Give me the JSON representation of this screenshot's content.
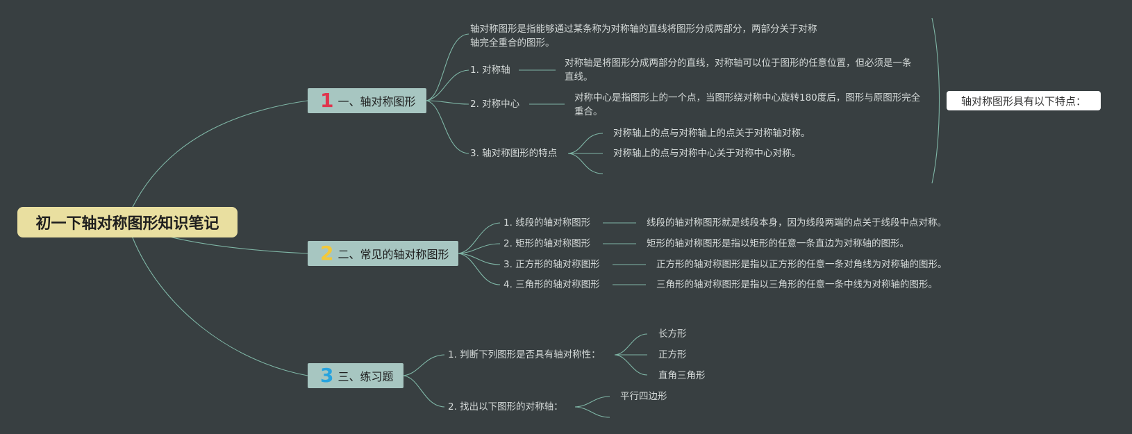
{
  "colors": {
    "background": "#383f41",
    "root_fill": "#e9dfa0",
    "topic_fill": "#a7c6c1",
    "connector": "#7fb6a6",
    "num1": "#e0344d",
    "num2": "#f2c83a",
    "num3": "#27a3de"
  },
  "root": {
    "label": "初一下轴对称图形知识笔记"
  },
  "topics": [
    {
      "num": "1",
      "label": "一、轴对称图形",
      "intro": "轴对称图形是指能够通过某条称为对称轴的直线将图形分成两部分，两部分关于对称轴完全重合的图形。",
      "items": [
        {
          "label": "1. 对称轴",
          "detail": "对称轴是将图形分成两部分的直线，对称轴可以位于图形的任意位置，但必须是一条直线。"
        },
        {
          "label": "2. 对称中心",
          "detail": "对称中心是指图形上的一个点，当图形绕对称中心旋转180度后，图形与原图形完全重合。"
        },
        {
          "label": "3. 轴对称图形的特点",
          "children": [
            "对称轴上的点与对称轴上的点关于对称轴对称。",
            "对称轴上的点与对称中心关于对称中心对称。"
          ]
        }
      ],
      "callout": "轴对称图形具有以下特点："
    },
    {
      "num": "2",
      "label": "二、常见的轴对称图形",
      "items": [
        {
          "label": "1. 线段的轴对称图形",
          "detail": "线段的轴对称图形就是线段本身，因为线段两端的点关于线段中点对称。"
        },
        {
          "label": "2. 矩形的轴对称图形",
          "detail": "矩形的轴对称图形是指以矩形的任意一条直边为对称轴的图形。"
        },
        {
          "label": "3. 正方形的轴对称图形",
          "detail": "正方形的轴对称图形是指以正方形的任意一条对角线为对称轴的图形。"
        },
        {
          "label": "4. 三角形的轴对称图形",
          "detail": "三角形的轴对称图形是指以三角形的任意一条中线为对称轴的图形。"
        }
      ]
    },
    {
      "num": "3",
      "label": "三、练习题",
      "items": [
        {
          "label": "1. 判断下列图形是否具有轴对称性：",
          "children": [
            "长方形",
            "正方形",
            "直角三角形"
          ]
        },
        {
          "label": "2. 找出以下图形的对称轴：",
          "children": [
            "平行四边形"
          ]
        }
      ]
    }
  ]
}
